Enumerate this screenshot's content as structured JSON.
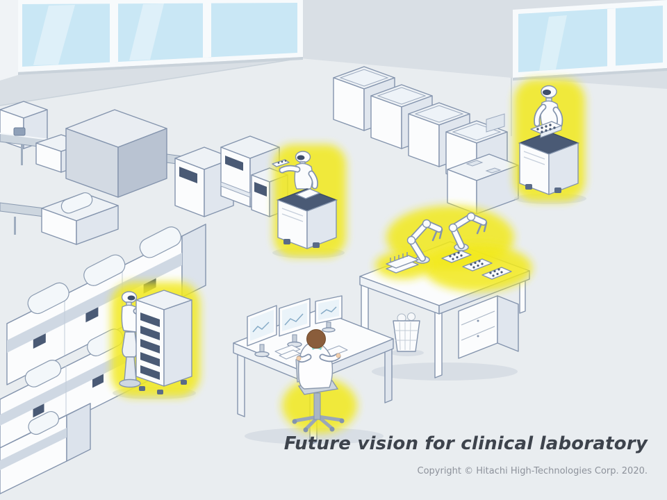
{
  "scene": {
    "caption": "Future vision for clinical laboratory",
    "copyright": "Copyright © Hitachi High-Technologies Corp. 2020.",
    "colors": {
      "wall": "#d9dfe5",
      "floor": "#e9edf0",
      "window_glass": "#c9e7f5",
      "machine_white": "#fbfcfd",
      "machine_side": "#e0e6ee",
      "outline": "#8494ad",
      "accent_dark": "#4a5a75",
      "highlight_yellow": "#f2e91d",
      "skin": "#f0cfae",
      "hair": "#8a5d3b",
      "teal": "#7ecfc6"
    },
    "parts": [
      "window-left",
      "window-right",
      "conveyor-track",
      "large-cabinet",
      "back-cabinet-row",
      "analyzer-rows",
      "humanoid-robot-left",
      "humanoid-robot-center",
      "humanoid-robot-right",
      "dual-robot-arms-table",
      "sample-racks",
      "scientist-workstation",
      "office-chair",
      "trash-can"
    ]
  }
}
